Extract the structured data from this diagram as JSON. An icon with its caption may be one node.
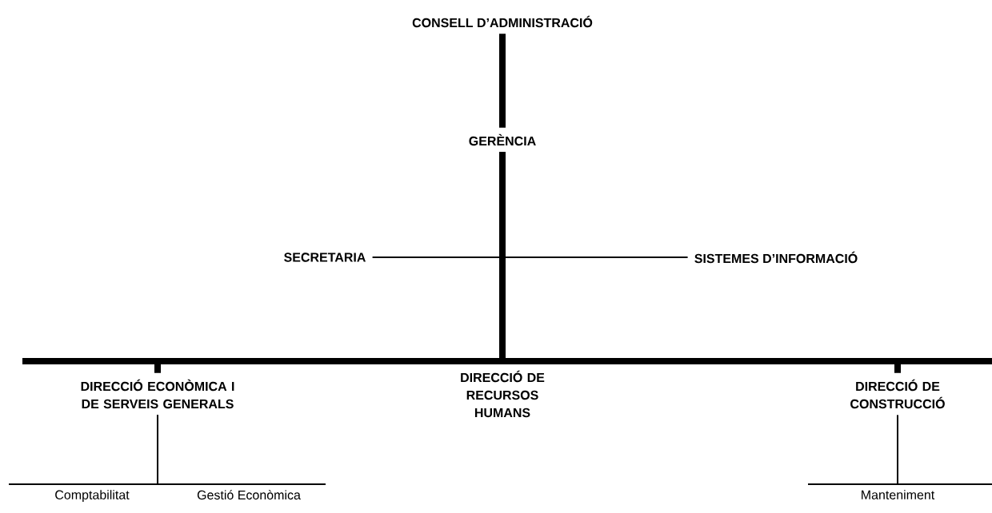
{
  "diagram": {
    "nodes": [
      {
        "text": [
          "CONSELL D’ADMINISTRACIÓ"
        ]
      },
      {
        "text": [
          "GERÈNCIA"
        ]
      },
      {
        "text": [
          "SECRETARIA"
        ]
      },
      {
        "text": [
          "SISTEMES D’INFORMACIÓ"
        ]
      },
      {
        "text": [
          "DIRECCIÓ ECONÒMICA I DE SERVEIS GENERALS"
        ]
      },
      {
        "text": [
          "DIRECCIÓ DE RECURSOS HUMANS"
        ]
      },
      {
        "text": [
          "DIRECCIÓ DE CONSTRUCCIÓ"
        ]
      },
      {
        "text": [
          "Comptabilitat"
        ]
      },
      {
        "text": [
          "Gestió Econòmica"
        ]
      },
      {
        "text": [
          "Manteniment"
        ]
      }
    ],
    "edges": [
      {
        "from": 0,
        "to": 1,
        "arrow": "none",
        "style": "thick"
      },
      {
        "from": 1,
        "to": 2,
        "arrow": "none"
      },
      {
        "from": 1,
        "to": 3,
        "arrow": "none"
      },
      {
        "from": 1,
        "to": 4,
        "arrow": "none",
        "style": "thick"
      },
      {
        "from": 1,
        "to": 5,
        "arrow": "none",
        "style": "thick"
      },
      {
        "from": 1,
        "to": 6,
        "arrow": "none",
        "style": "thick"
      },
      {
        "from": 4,
        "to": 7,
        "arrow": "none"
      },
      {
        "from": 4,
        "to": 8,
        "arrow": "none"
      },
      {
        "from": 6,
        "to": 9,
        "arrow": "none"
      }
    ]
  }
}
